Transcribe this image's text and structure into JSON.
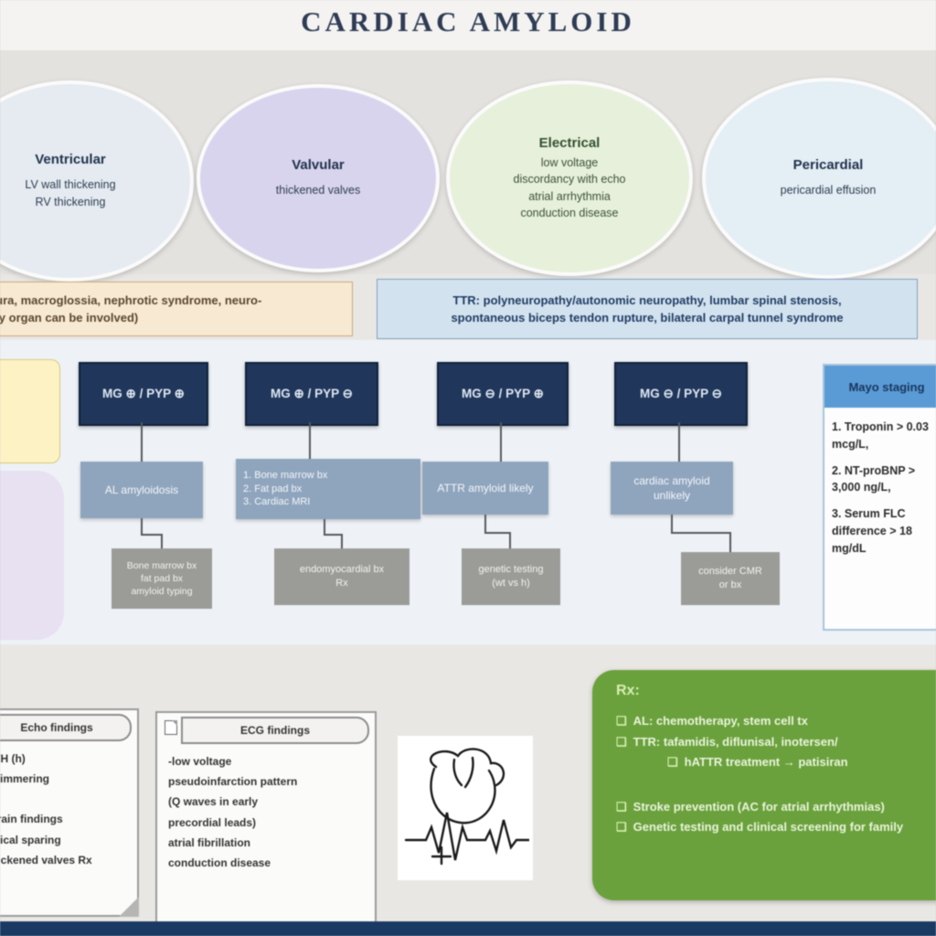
{
  "title": "CARDIAC AMYLOID",
  "colors": {
    "navy_box": "#20375b",
    "panel_header_blue": "#5b9bd5",
    "rx_green": "#6aa13c",
    "bottom_bar_navy": "#1b3a63"
  },
  "clues": [
    {
      "header": "Ventricular",
      "line1": "LV wall thickening",
      "line2": "RV thickening"
    },
    {
      "header": "Valvular",
      "line1": "thickened valves"
    },
    {
      "header": "Electrical",
      "line1": "low voltage",
      "line2": "discordancy with echo",
      "line3": "atrial arrhythmia",
      "line4": "conduction disease"
    },
    {
      "header": "Pericardial",
      "line1": "pericardial effusion"
    }
  ],
  "red_flags": {
    "al_line1": "AL: purpura, macroglossia, nephrotic syndrome, neuro-",
    "al_line2": "pathy (any organ can be involved)",
    "ttr_bold": "TTR:",
    "ttr_line1": "polyneuropathy/autonomic neuropathy, lumbar spinal stenosis,",
    "ttr_line2": "spontaneous biceps tendon rupture, bilateral carpal tunnel syndrome"
  },
  "flow": {
    "columns": [
      {
        "test": "MG ⊕ / PYP ⊕",
        "r1": "AL amyloidosis",
        "a1": "Bone marrow bx",
        "a2": "fat pad bx",
        "a3": "amyloid typing"
      },
      {
        "test": "MG ⊕ / PYP ⊖",
        "r1": "1. Bone marrow bx",
        "r2": "2. Fat pad bx",
        "r3": "3. Cardiac MRI",
        "a1": "endomyocardial bx",
        "a2": "Rx"
      },
      {
        "test": "MG ⊖ / PYP ⊕",
        "r1": "ATTR amyloid likely",
        "a1": "genetic testing",
        "a2": "(wt vs h)"
      },
      {
        "test": "MG ⊖ / PYP ⊖",
        "r1": "cardiac amyloid",
        "r2": "unlikely",
        "a1": "consider CMR",
        "a2": "or bx"
      }
    ]
  },
  "staging": {
    "header": "Mayo staging",
    "item1": "1. Troponin > 0.03 mcg/L,",
    "item2": "2. NT-proBNP > 3,000 ng/L,",
    "item3": "3. Serum FLC difference > 18 mg/dL"
  },
  "echo_scroll": {
    "header": "Echo findings",
    "l1": "LVH (h)",
    "l2": "shimmering",
    "l3": "strain findings",
    "l4": "apical sparing",
    "l5": "thickened valves Rx"
  },
  "ecg_scroll": {
    "header": "ECG findings",
    "l1": "-low voltage",
    "l2": "pseudoinfarction pattern",
    "l3": "(Q waves in early",
    "l4": "precordial leads)",
    "l5": "atrial fibrillation",
    "l6": "conduction disease"
  },
  "rx": {
    "title": "Rx:",
    "checkbox": "❑",
    "i1": "AL: chemotherapy, stem cell tx",
    "i2": "TTR: tafamidis, diflunisal, inotersen/",
    "i3": "hATTR treatment → patisiran",
    "i4": "Stroke prevention (AC for atrial arrhythmias)",
    "i5": "Genetic testing and clinical screening for family"
  }
}
